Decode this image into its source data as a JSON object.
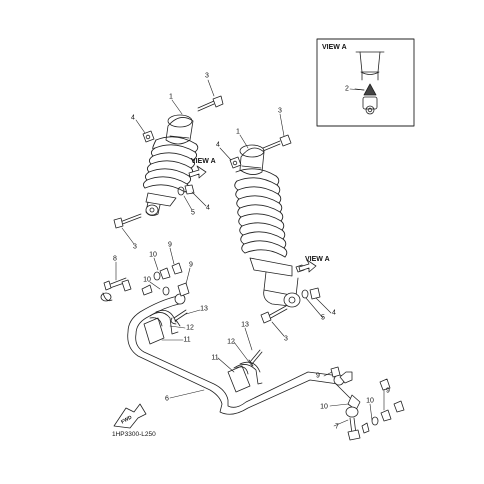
{
  "diagram": {
    "inset_title": "VIEW A",
    "view_labels": [
      "VIEW A",
      "VIEW A"
    ],
    "drawing_code": "1HP3300-L250",
    "fwd_label": "FWD",
    "callouts": [
      {
        "id": "c3a",
        "text": "3"
      },
      {
        "id": "c1a",
        "text": "1"
      },
      {
        "id": "c4a",
        "text": "4"
      },
      {
        "id": "c3b",
        "text": "3"
      },
      {
        "id": "c1b",
        "text": "1"
      },
      {
        "id": "c4b",
        "text": "4"
      },
      {
        "id": "c5a",
        "text": "5"
      },
      {
        "id": "c4c",
        "text": "4"
      },
      {
        "id": "c3c",
        "text": "3"
      },
      {
        "id": "c9a",
        "text": "9"
      },
      {
        "id": "c8",
        "text": "8"
      },
      {
        "id": "c10a",
        "text": "10"
      },
      {
        "id": "c10b",
        "text": "10"
      },
      {
        "id": "c9b",
        "text": "9"
      },
      {
        "id": "c13a",
        "text": "13"
      },
      {
        "id": "c12a",
        "text": "12"
      },
      {
        "id": "c11a",
        "text": "11"
      },
      {
        "id": "c13b",
        "text": "13"
      },
      {
        "id": "c12b",
        "text": "12"
      },
      {
        "id": "c11b",
        "text": "11"
      },
      {
        "id": "c3d",
        "text": "3"
      },
      {
        "id": "c4d",
        "text": "4"
      },
      {
        "id": "c5b",
        "text": "5"
      },
      {
        "id": "c9c",
        "text": "9"
      },
      {
        "id": "c10c",
        "text": "10"
      },
      {
        "id": "c9d",
        "text": "9"
      },
      {
        "id": "c10d",
        "text": "10"
      },
      {
        "id": "c7",
        "text": "7"
      },
      {
        "id": "c6",
        "text": "6"
      },
      {
        "id": "c2",
        "text": "2"
      }
    ]
  }
}
